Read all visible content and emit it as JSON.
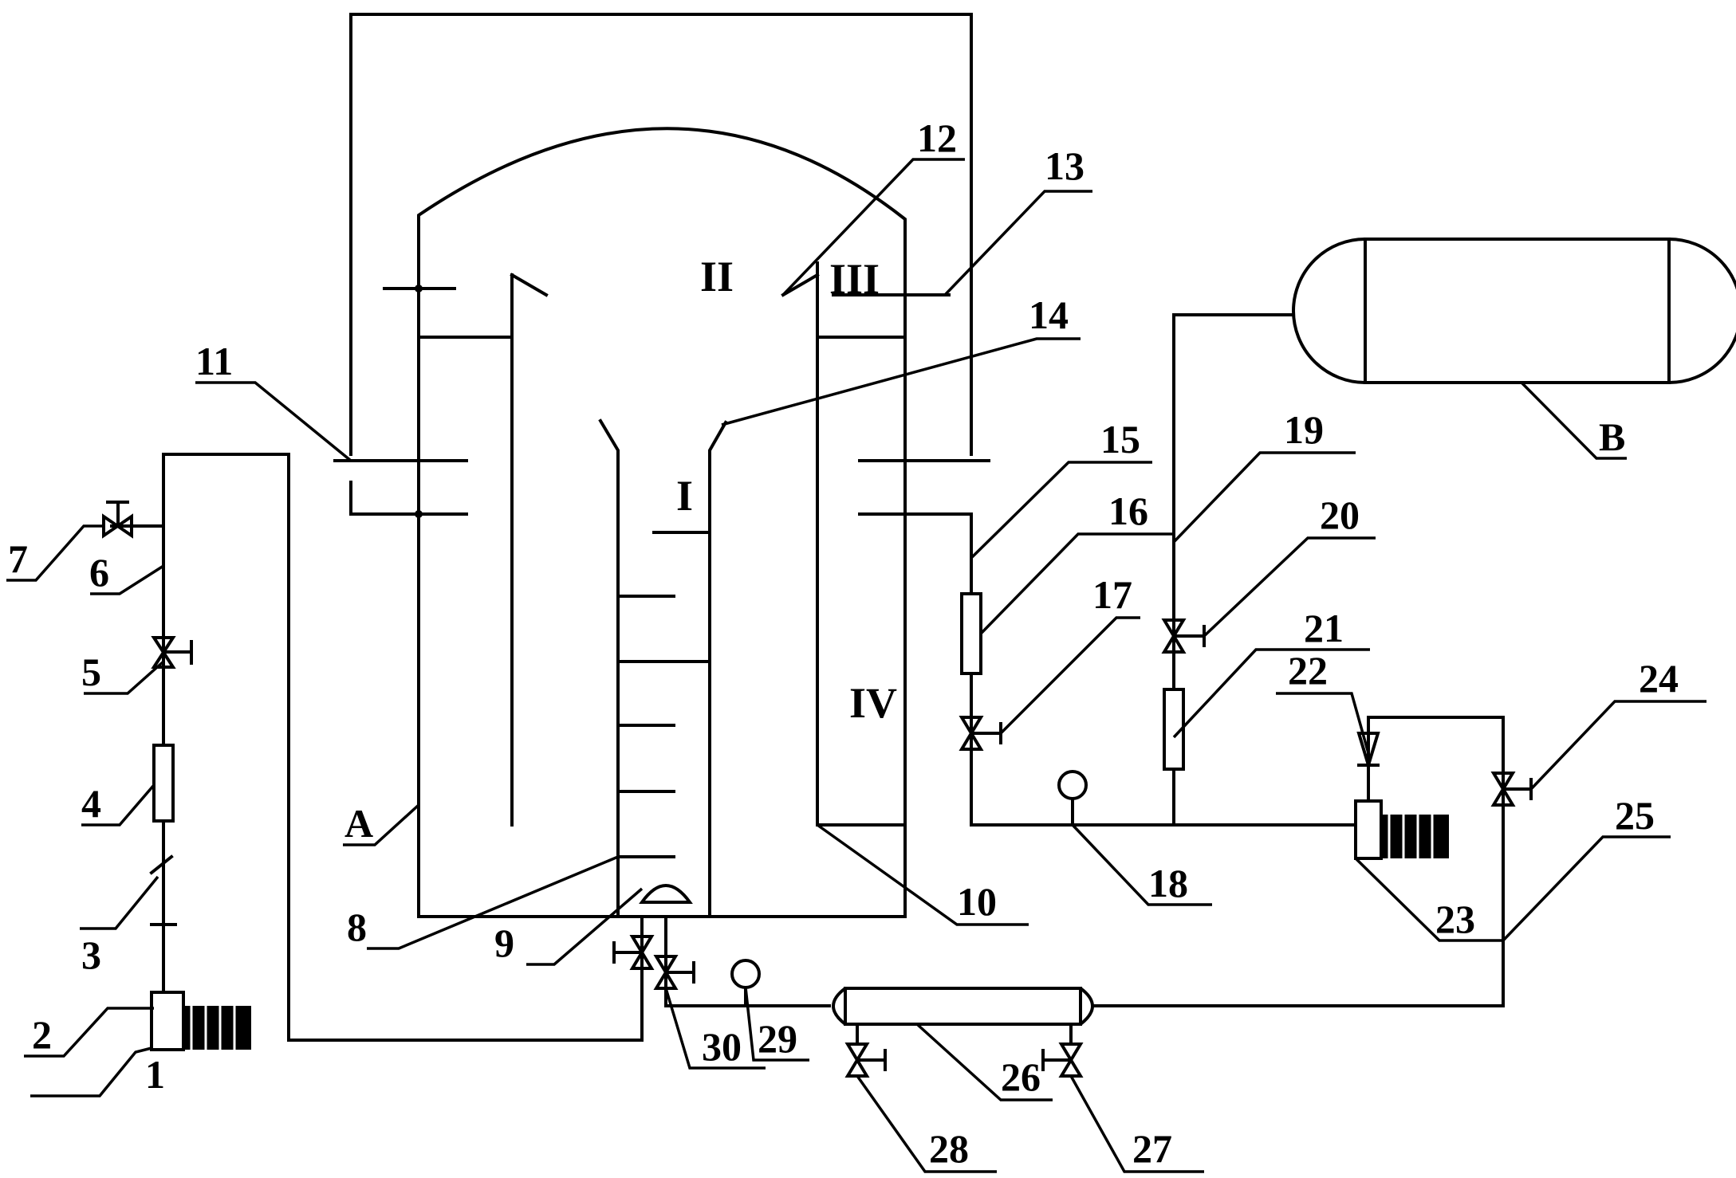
{
  "labels": {
    "n1": "1",
    "n2": "2",
    "n3": "3",
    "n4": "4",
    "n5": "5",
    "n6": "6",
    "n7": "7",
    "n8": "8",
    "n9": "9",
    "n10": "10",
    "n11": "11",
    "n12": "12",
    "n13": "13",
    "n14": "14",
    "n15": "15",
    "n16": "16",
    "n17": "17",
    "n18": "18",
    "n19": "19",
    "n20": "20",
    "n21": "21",
    "n22": "22",
    "n23": "23",
    "n24": "24",
    "n25": "25",
    "n26": "26",
    "n27": "27",
    "n28": "28",
    "n29": "29",
    "n30": "30",
    "A": "A",
    "B": "B"
  },
  "zones": {
    "I": "I",
    "II": "II",
    "III": "III",
    "IV": "IV"
  }
}
